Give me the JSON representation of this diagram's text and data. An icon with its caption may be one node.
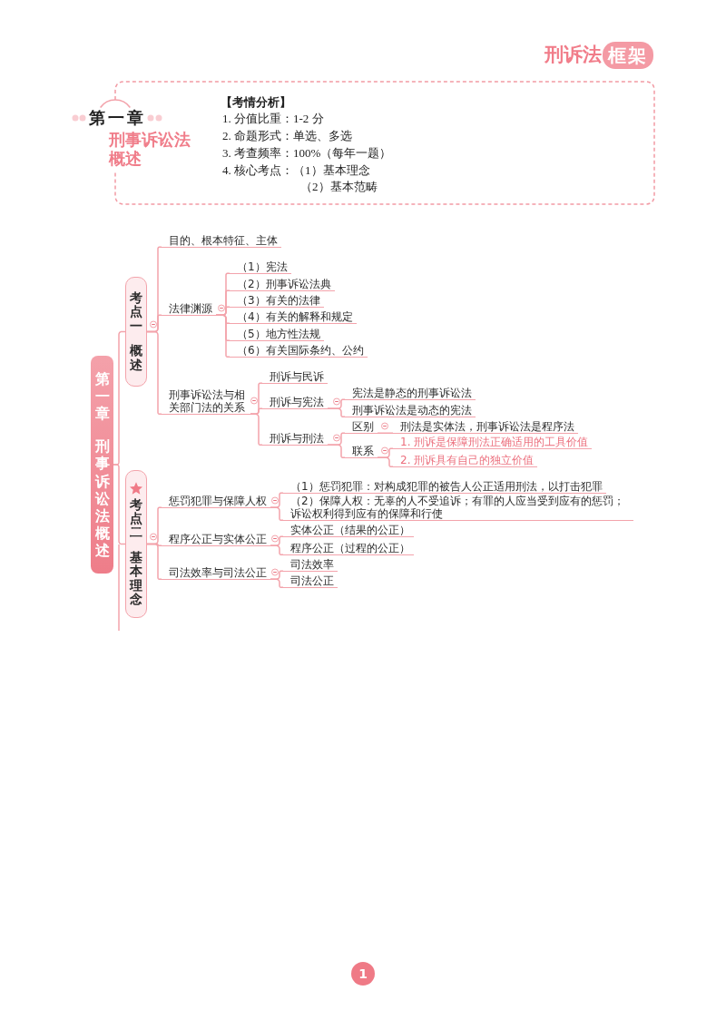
{
  "diagram": {
    "nodes": [
      {
        "text": [
          "第一章",
          "刑事诉讼法概述",
          "【考情分析】",
          "1. 分值比重：1-2 分",
          "2. 命题形式：单选、多选",
          "3. 考查频率：100%（每年一题）",
          "4. 核心考点：（1）基本理念",
          "（2）基本范畴"
        ]
      },
      {
        "text": [
          "第一章",
          "刑事诉讼法概述"
        ]
      },
      {
        "text": [
          "考点一",
          "概述"
        ]
      },
      {
        "text": [
          "目的、根本特征、主体"
        ]
      },
      {
        "text": [
          "法律渊源"
        ]
      },
      {
        "text": [
          "（1）宪法"
        ]
      },
      {
        "text": [
          "（2）刑事诉讼法典"
        ]
      },
      {
        "text": [
          "（3）有关的法律"
        ]
      },
      {
        "text": [
          "（4）有关的解释和规定"
        ]
      },
      {
        "text": [
          "（5）地方性法规"
        ]
      },
      {
        "text": [
          "（6）有关国际条约、公约"
        ]
      },
      {
        "text": [
          "刑事诉讼法与相关部门法的关系"
        ]
      },
      {
        "text": [
          "刑诉与民诉"
        ]
      },
      {
        "text": [
          "刑诉与宪法"
        ]
      },
      {
        "text": [
          "宪法是静态的刑事诉讼法"
        ]
      },
      {
        "text": [
          "刑事诉讼法是动态的宪法"
        ]
      },
      {
        "text": [
          "刑诉与刑法"
        ]
      },
      {
        "text": [
          "区别"
        ]
      },
      {
        "text": [
          "刑法是实体法，刑事诉讼法是程序法"
        ]
      },
      {
        "text": [
          "联系"
        ]
      },
      {
        "text": [
          "1. 刑诉是保障刑法正确适用的工具价值"
        ]
      },
      {
        "text": [
          "2. 刑诉具有自己的独立价值"
        ]
      },
      {
        "text": [
          "考点二",
          "基本理念"
        ]
      },
      {
        "text": [
          "惩罚犯罪与保障人权"
        ]
      },
      {
        "text": [
          "（1）惩罚犯罪：对构成犯罪的被告人公正适用刑法，以打击犯罪"
        ]
      },
      {
        "text": [
          "（2）保障人权：无辜的人不受追诉；有罪的人应当受到应有的惩罚；诉讼权利得到应有的保障和行使"
        ]
      },
      {
        "text": [
          "程序公正与实体公正"
        ]
      },
      {
        "text": [
          "实体公正（结果的公正）"
        ]
      },
      {
        "text": [
          "程序公正（过程的公正）"
        ]
      },
      {
        "text": [
          "司法效率与司法公正"
        ]
      },
      {
        "text": [
          "司法效率"
        ]
      },
      {
        "text": [
          "司法公正"
        ]
      }
    ],
    "edges": [
      {
        "from": 1,
        "to": 2,
        "arrow": "none"
      },
      {
        "from": 1,
        "to": 22,
        "arrow": "none"
      },
      {
        "from": 2,
        "to": 3,
        "arrow": "none"
      },
      {
        "from": 2,
        "to": 4,
        "arrow": "none"
      },
      {
        "from": 2,
        "to": 11,
        "arrow": "none"
      },
      {
        "from": 4,
        "to": 5,
        "arrow": "none"
      },
      {
        "from": 4,
        "to": 6,
        "arrow": "none"
      },
      {
        "from": 4,
        "to": 7,
        "arrow": "none"
      },
      {
        "from": 4,
        "to": 8,
        "arrow": "none"
      },
      {
        "from": 4,
        "to": 9,
        "arrow": "none"
      },
      {
        "from": 4,
        "to": 10,
        "arrow": "none"
      },
      {
        "from": 11,
        "to": 12,
        "arrow": "none"
      },
      {
        "from": 11,
        "to": 13,
        "arrow": "none"
      },
      {
        "from": 11,
        "to": 16,
        "arrow": "none"
      },
      {
        "from": 13,
        "to": 14,
        "arrow": "none"
      },
      {
        "from": 13,
        "to": 15,
        "arrow": "none"
      },
      {
        "from": 16,
        "to": 17,
        "arrow": "none"
      },
      {
        "from": 16,
        "to": 19,
        "arrow": "none"
      },
      {
        "from": 17,
        "to": 18,
        "arrow": "none"
      },
      {
        "from": 19,
        "to": 20,
        "arrow": "none"
      },
      {
        "from": 19,
        "to": 21,
        "arrow": "none"
      },
      {
        "from": 22,
        "to": 23,
        "arrow": "none"
      },
      {
        "from": 22,
        "to": 26,
        "arrow": "none"
      },
      {
        "from": 22,
        "to": 29,
        "arrow": "none"
      },
      {
        "from": 23,
        "to": 24,
        "arrow": "none"
      },
      {
        "from": 23,
        "to": 25,
        "arrow": "none"
      },
      {
        "from": 26,
        "to": 27,
        "arrow": "none"
      },
      {
        "from": 26,
        "to": 28,
        "arrow": "none"
      },
      {
        "from": 29,
        "to": 30,
        "arrow": "none"
      },
      {
        "from": 29,
        "to": 31,
        "arrow": "none"
      }
    ],
    "labels": [
      "刑诉法",
      "框架",
      "1"
    ]
  }
}
